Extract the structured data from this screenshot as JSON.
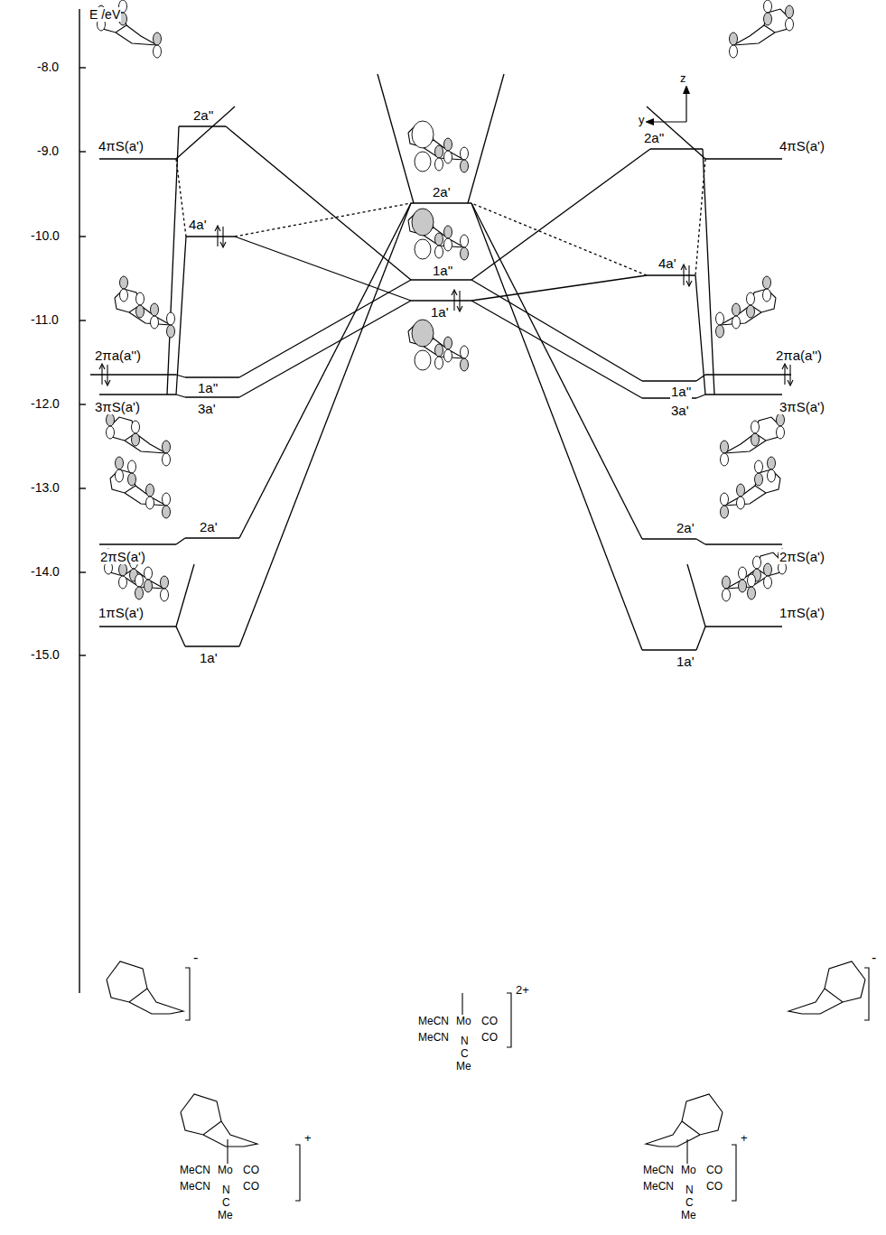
{
  "diagram": {
    "labels": [
      "E /eV",
      "-8.0",
      "-9.0",
      "-10.0",
      "-11.0",
      "-12.0",
      "-13.0",
      "-14.0",
      "-15.0",
      "z",
      "y",
      "4πS(a')",
      "2a''",
      "4a'",
      "2πa(a'')",
      "3πS(a')",
      "1a''",
      "3a'",
      "2a'",
      "2πS(a')",
      "1πS(a')",
      "1a'",
      "2a'",
      "1a''",
      "1a'",
      "2a''",
      "4a'",
      "4πS(a')",
      "2πa(a'')",
      "3πS(a')",
      "1a''",
      "3a'",
      "2a'",
      "2πS(a')",
      "1πS(a')",
      "1a'",
      "-",
      "MeCN",
      "Mo",
      "CO",
      "2+",
      "MeCN",
      "CO",
      "N",
      "C",
      "Me",
      "-",
      "+",
      "MeCN",
      "Mo",
      "CO",
      "MeCN",
      "CO",
      "N",
      "C",
      "Me",
      "+",
      "MeCN",
      "Mo",
      "CO",
      "MeCN",
      "CO",
      "N",
      "C",
      "Me"
    ]
  }
}
